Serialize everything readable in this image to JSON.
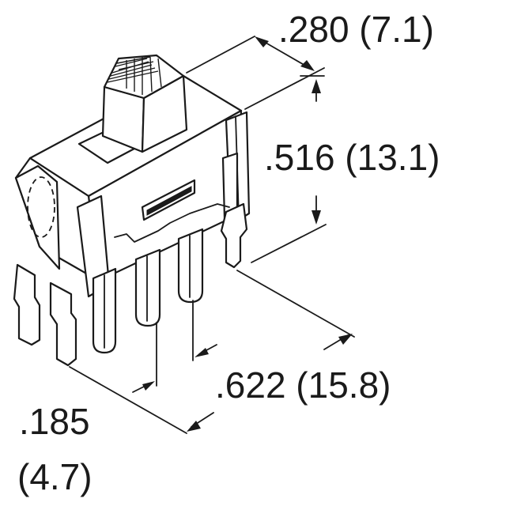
{
  "dimensions": {
    "width": ".280 (7.1)",
    "height": ".516 (13.1)",
    "length": ".622 (15.8)",
    "pin_pitch_in": ".185",
    "pin_pitch_mm": "(4.7)"
  }
}
